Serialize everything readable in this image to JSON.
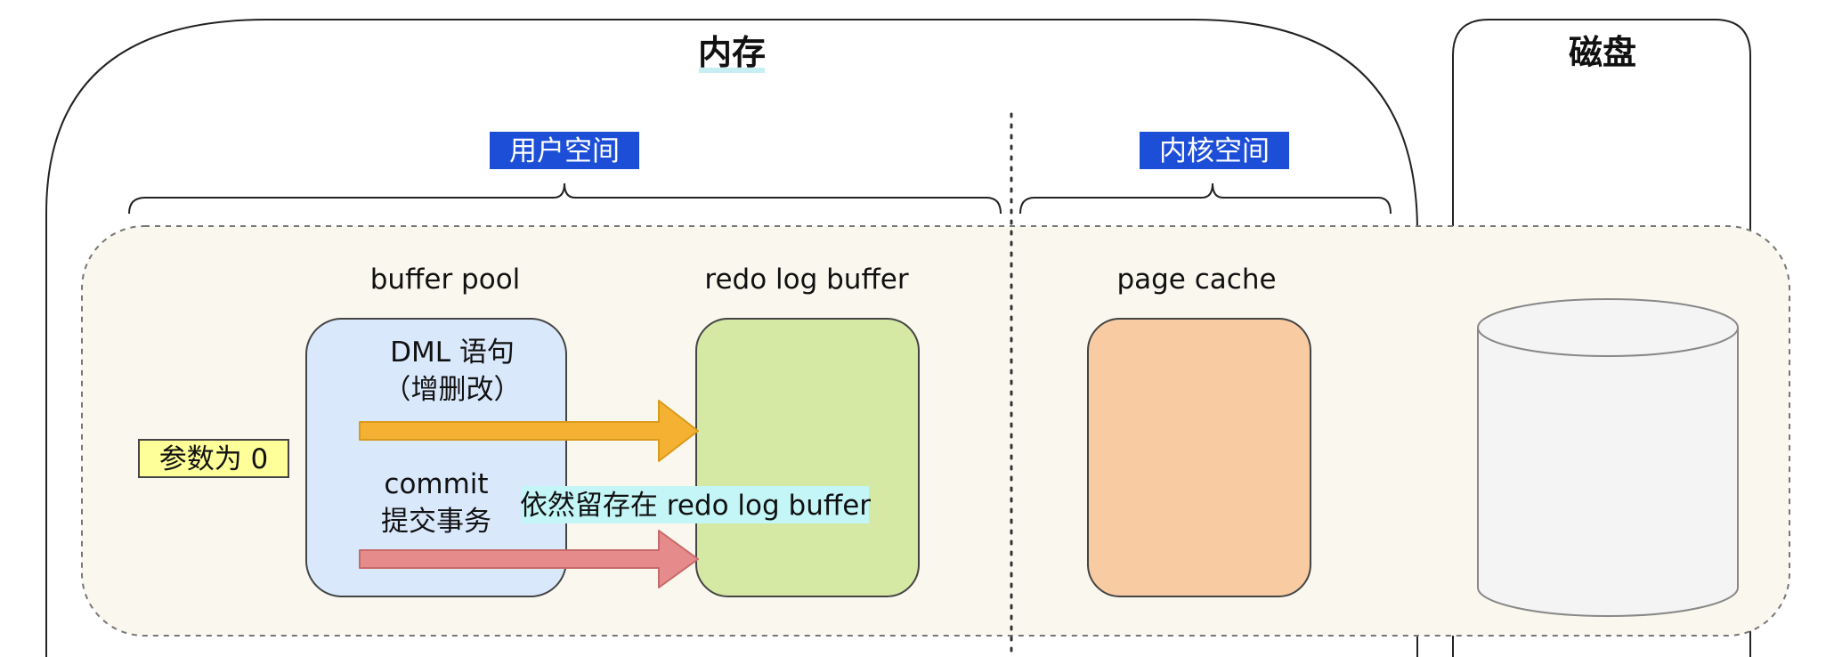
{
  "diagram": {
    "memory_title": "内存",
    "disk_title": "磁盘",
    "user_space_label": "用户空间",
    "kernel_space_label": "内核空间",
    "buffer_pool_label": "buffer pool",
    "redo_log_buffer_label": "redo log buffer",
    "page_cache_label": "page cache",
    "param_label": "参数为 0",
    "dml_line1": "DML 语句",
    "dml_line2": "（增删改）",
    "commit_line1": "commit",
    "commit_line2": "提交事务",
    "stays_label": "依然留存在 redo log buffer"
  },
  "colors": {
    "user_space_tag": "#1d4ed8",
    "kernel_space_tag": "#1d4ed8",
    "buffer_pool_fill": "#dae8fc",
    "redo_log_buffer_fill": "#d5e8a4",
    "page_cache_fill": "#f8cba3",
    "disk_fill": "#f4f4f4",
    "region_fill": "#f9f7ee",
    "param_fill": "#ffff99",
    "stays_highlight": "#c4f5f7",
    "dml_arrow": "#f4b132",
    "commit_arrow": "#e58b8b",
    "title_underline": "#c7eef2"
  },
  "icons": {
    "disk": "disk-cylinder-icon"
  }
}
